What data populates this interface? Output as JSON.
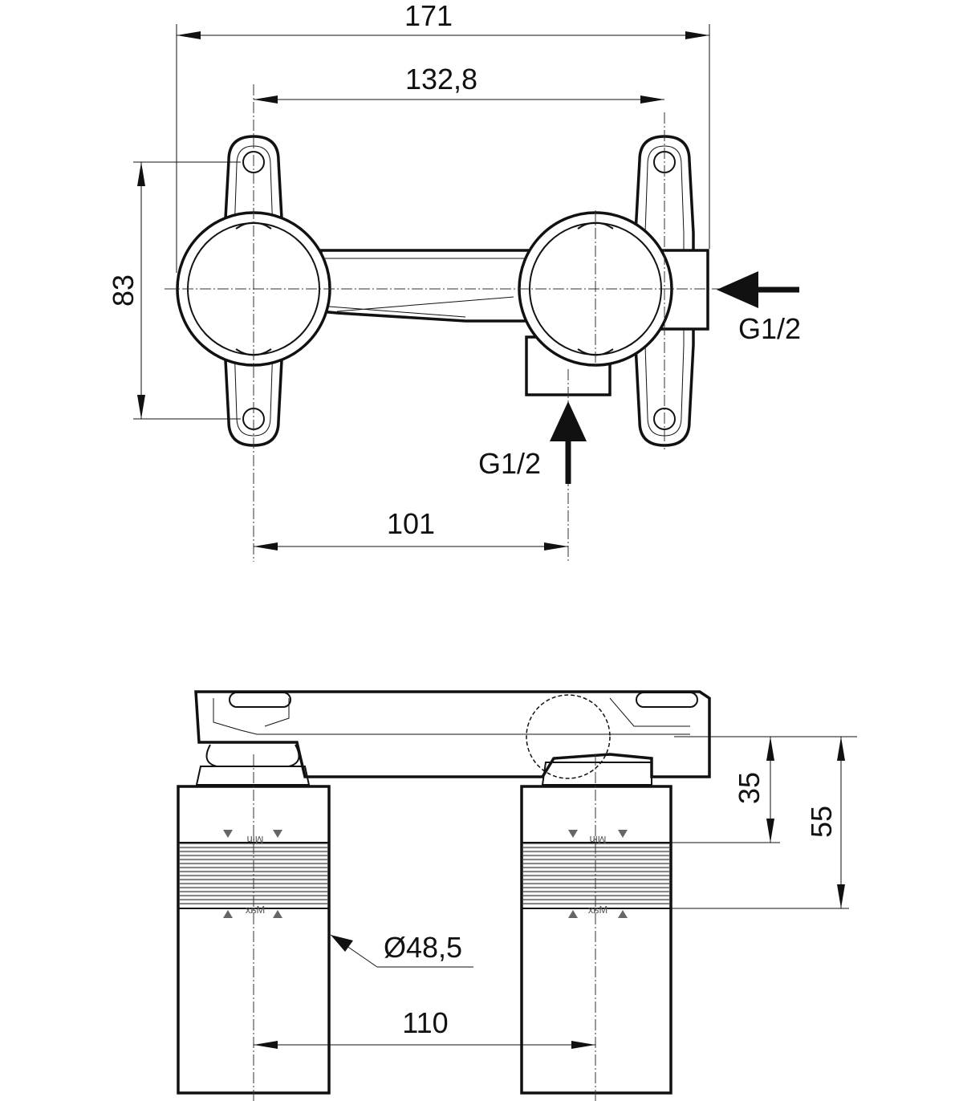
{
  "top_view": {
    "dim_overall_width": "171",
    "dim_flange_spacing": "132,8",
    "dim_flange_height": "83",
    "dim_inlet_offset": "101",
    "inlet_side_label": "G1/2",
    "inlet_bottom_label": "G1/2"
  },
  "side_view": {
    "dim_min_depth": "35",
    "dim_max_depth": "55",
    "dim_diameter": "Ø48,5",
    "dim_cylinder_spacing": "110",
    "marker_min": "Min",
    "marker_max": "Max"
  }
}
